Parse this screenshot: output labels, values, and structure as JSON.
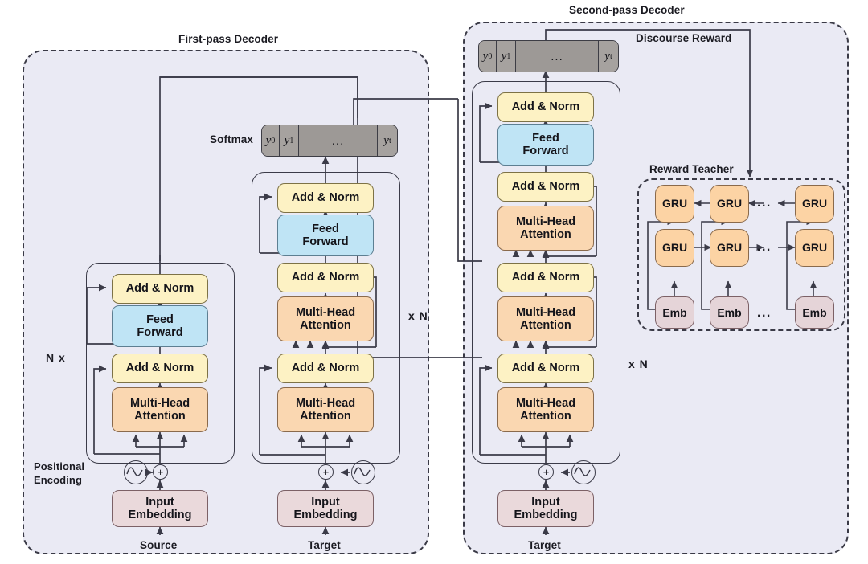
{
  "diagram": {
    "title_first_pass": "First-pass Decoder",
    "title_second_pass": "Second-pass Decoder",
    "title_reward_teacher": "Reward Teacher",
    "label_discourse_reward": "Discourse Reward",
    "label_positional_encoding": "Positional\nEncoding",
    "label_softmax": "Softmax",
    "nx_left": "N x",
    "nx_mid": "x N",
    "nx_right": "x N",
    "blocks": {
      "add_norm": "Add & Norm",
      "feed_forward": "Feed\nForward",
      "multi_head_attention": "Multi-Head\nAttention",
      "input_embedding": "Input\nEmbedding",
      "gru": "GRU",
      "emb": "Emb",
      "ellipsis": "..."
    },
    "inputs": {
      "source": "Source",
      "target": "Target"
    },
    "sequence_cells": [
      "y0",
      "y1",
      "...",
      "yt"
    ],
    "sequence_tokens": [
      {
        "base": "y",
        "sub": "0"
      },
      {
        "base": "y",
        "sub": "1"
      },
      {
        "base": "...",
        "sub": ""
      },
      {
        "base": "y",
        "sub": "t"
      }
    ],
    "colors": {
      "panel_bg": "#eaeaf4",
      "panel_border": "#3a3a46",
      "add_norm": "#fdf2c4",
      "feed_forward": "#bfe4f5",
      "multi_head_attention": "#fad7b1",
      "input_embedding": "#ead9db",
      "gru": "#fcd3a4",
      "emb": "#e5d4d8",
      "sequence_strip": "#a6a29f",
      "line": "#3b3b48"
    }
  },
  "first_pass": {
    "encoder_column": {
      "input_label": "Source",
      "stack": [
        "Multi-Head\nAttention",
        "Add & Norm",
        "Feed\nForward",
        "Add & Norm"
      ],
      "repeat": "N x"
    },
    "decoder_column": {
      "input_label": "Target",
      "stack": [
        "Multi-Head\nAttention",
        "Add & Norm",
        "Multi-Head\nAttention",
        "Add & Norm",
        "Feed\nForward",
        "Add & Norm"
      ],
      "repeat": "x N",
      "output": "Softmax"
    }
  },
  "second_pass": {
    "decoder_column": {
      "input_label": "Target",
      "stack": [
        "Multi-Head\nAttention",
        "Add & Norm",
        "Multi-Head\nAttention",
        "Add & Norm",
        "Feed\nForward",
        "Add & Norm"
      ],
      "repeat": "x N"
    }
  },
  "reward_teacher": {
    "rows": [
      [
        "GRU",
        "GRU",
        "...",
        "GRU"
      ],
      [
        "GRU",
        "GRU",
        "...",
        "GRU"
      ],
      [
        "Emb",
        "Emb",
        "...",
        "Emb"
      ]
    ]
  }
}
